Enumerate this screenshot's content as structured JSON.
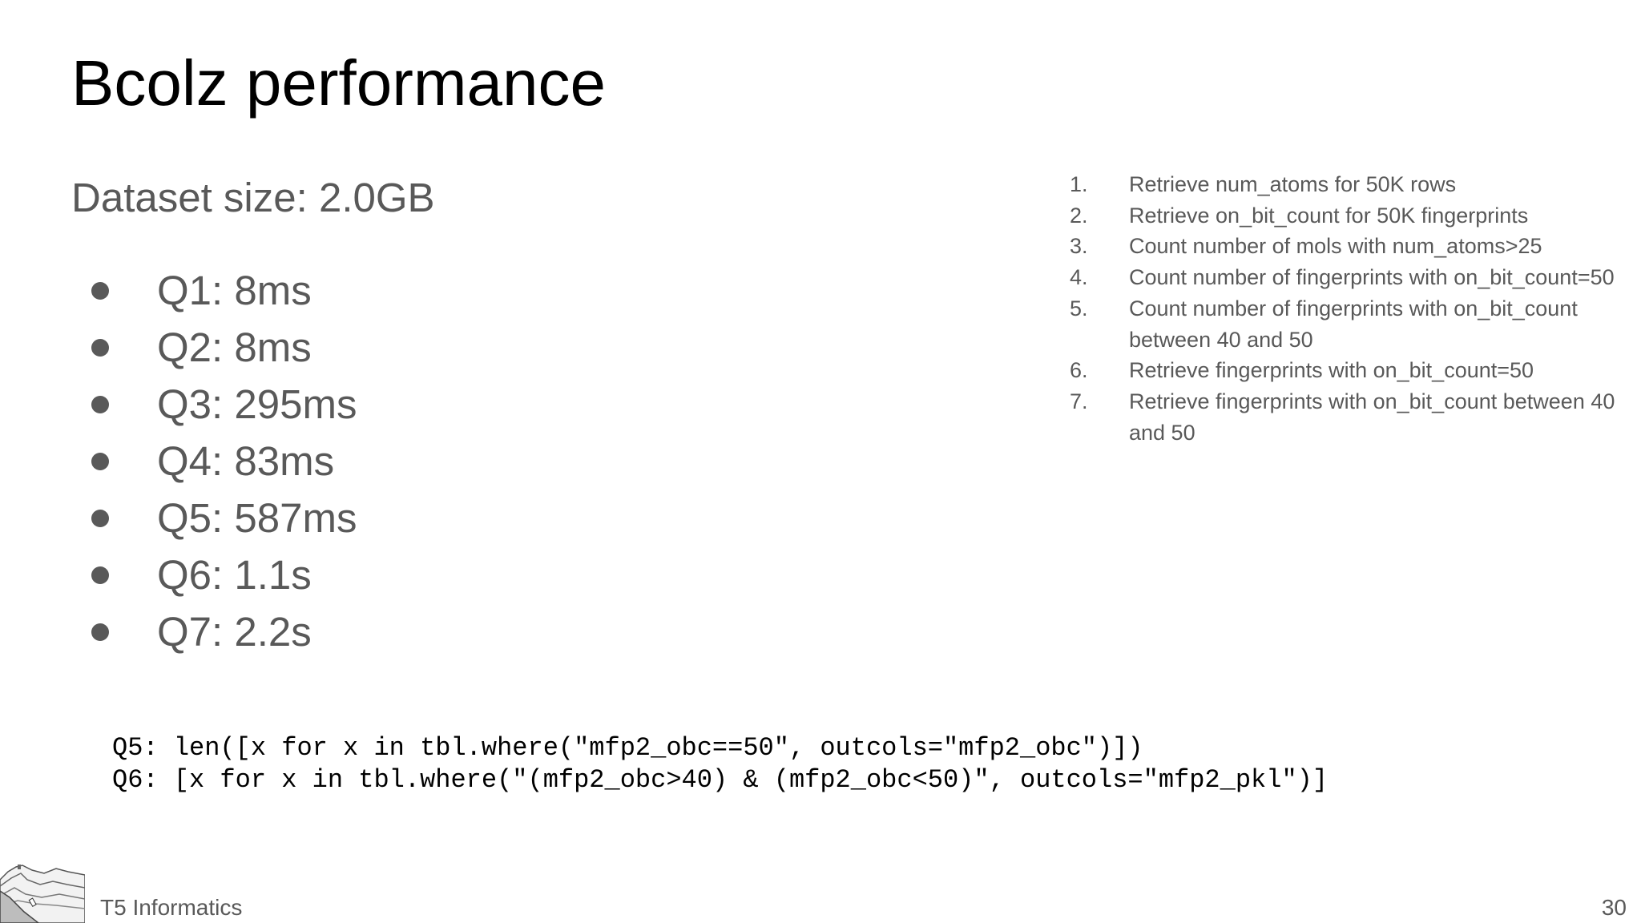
{
  "slide": {
    "title": "Bcolz performance",
    "subtitle": "Dataset size: 2.0GB",
    "results": [
      "Q1: 8ms",
      "Q2: 8ms",
      "Q3: 295ms",
      "Q4: 83ms",
      "Q5: 587ms",
      "Q6: 1.1s",
      "Q7: 2.2s"
    ],
    "queries": [
      {
        "num": "1.",
        "text": "Retrieve num_atoms for 50K rows"
      },
      {
        "num": "2.",
        "text": "Retrieve on_bit_count for 50K fingerprints"
      },
      {
        "num": "3.",
        "text": "Count number of mols with num_atoms>25"
      },
      {
        "num": "4.",
        "text": "Count number of fingerprints with on_bit_count=50"
      },
      {
        "num": "5.",
        "text": "Count number of fingerprints with on_bit_count between 40 and 50"
      },
      {
        "num": "6.",
        "text": "Retrieve fingerprints with on_bit_count=50"
      },
      {
        "num": "7.",
        "text": "Retrieve fingerprints with on_bit_count between 40 and 50"
      }
    ],
    "code": [
      "Q5: len([x for x in tbl.where(\"mfp2_obc==50\", outcols=\"mfp2_obc\")])",
      "Q6: [x for x in tbl.where(\"(mfp2_obc>40) & (mfp2_obc<50)\", outcols=\"mfp2_pkl\")]"
    ],
    "footer": "T5 Informatics",
    "page_number": "30"
  }
}
